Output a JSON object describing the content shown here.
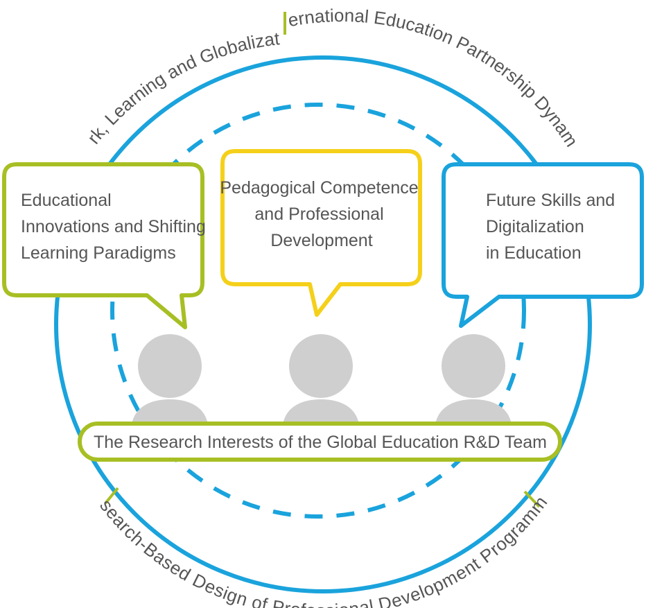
{
  "outer_ring": {
    "top_left_label": "Work, Learning and Globalization",
    "top_right_label": "International Education Partnership Dynamics",
    "bottom_label": "Research-Based Design of Professional Development Programmes"
  },
  "bubbles": [
    {
      "lines": [
        "Educational",
        "Innovations and Shifting",
        "Learning Paradigms"
      ]
    },
    {
      "lines": [
        "Pedagogical Competence",
        "and Professional",
        "Development"
      ]
    },
    {
      "lines": [
        "Future Skills and",
        "Digitalization",
        "in Education"
      ]
    }
  ],
  "banner": {
    "label": "The Research Interests of the Global Education R&D Team"
  },
  "colors": {
    "blue": "#1aa3dc",
    "green": "#a8bf24",
    "yellow": "#f5d01a",
    "person": "#cfcfcf",
    "text": "#555555"
  }
}
